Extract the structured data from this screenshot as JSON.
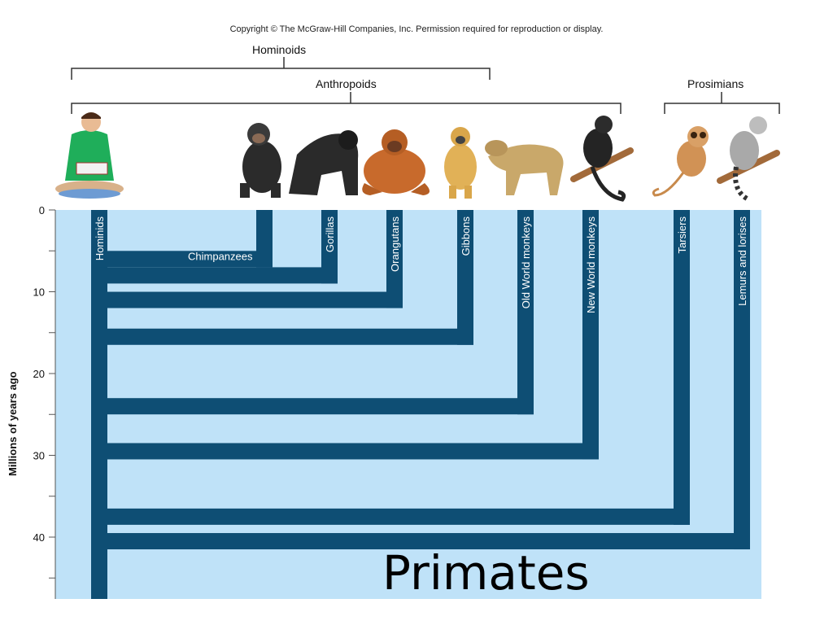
{
  "copyright": "Copyright © The McGraw-Hill Companies, Inc. Permission required for reproduction or display.",
  "groups": {
    "hominoids": "Hominoids",
    "anthropoids": "Anthropoids",
    "prosimians": "Prosimians"
  },
  "title": "Primates",
  "axis": {
    "label": "Millions of years ago",
    "ticks": [
      "0",
      "10",
      "20",
      "30",
      "40"
    ]
  },
  "lineages": [
    {
      "name": "Hominids",
      "branch_mya": null
    },
    {
      "name": "Chimpanzees",
      "branch_mya": 6
    },
    {
      "name": "Gorillas",
      "branch_mya": 8
    },
    {
      "name": "Orangutans",
      "branch_mya": 11
    },
    {
      "name": "Gibbons",
      "branch_mya": 15.5
    },
    {
      "name": "Old World monkeys",
      "branch_mya": 24
    },
    {
      "name": "New World monkeys",
      "branch_mya": 29.5
    },
    {
      "name": "Tarsiers",
      "branch_mya": 37.5
    },
    {
      "name": "Lemurs and lorises",
      "branch_mya": 40.5
    }
  ],
  "colors": {
    "background": "#bfe2f8",
    "branch": "#0e4e74"
  },
  "icons": [
    "human-reading-icon",
    "chimpanzee-icon",
    "gorilla-icon",
    "orangutan-icon",
    "gibbon-icon",
    "baboon-icon",
    "spider-monkey-icon",
    "tarsier-icon",
    "lemur-icon"
  ]
}
